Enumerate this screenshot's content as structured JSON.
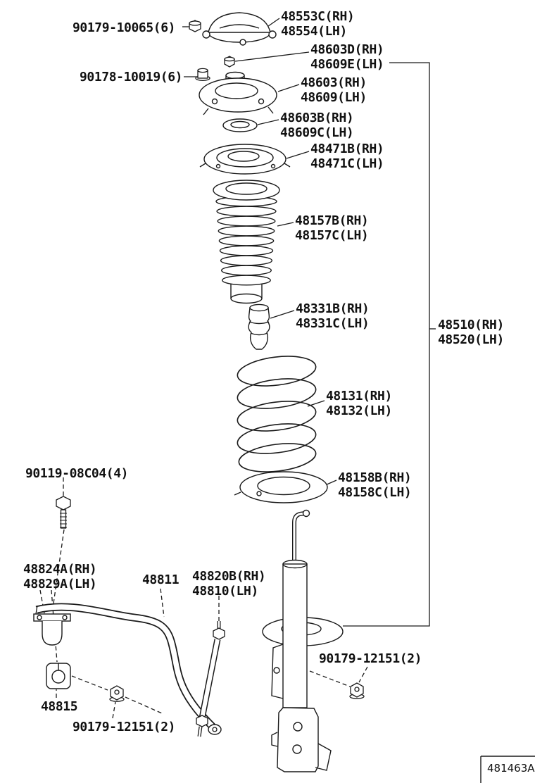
{
  "diagram": {
    "code": "481463A",
    "colors": {
      "line": "#1a1a1a",
      "background": "#ffffff"
    },
    "labels": [
      {
        "lines": [
          "90179-10065(6)"
        ]
      },
      {
        "lines": [
          "48553C(RH)",
          "48554(LH)"
        ]
      },
      {
        "lines": [
          "48603D(RH)",
          "48609E(LH)"
        ]
      },
      {
        "lines": [
          "90178-10019(6)"
        ]
      },
      {
        "lines": [
          "48603(RH)",
          "48609(LH)"
        ]
      },
      {
        "lines": [
          "48603B(RH)",
          "48609C(LH)"
        ]
      },
      {
        "lines": [
          "48471B(RH)",
          "48471C(LH)"
        ]
      },
      {
        "lines": [
          "48157B(RH)",
          "48157C(LH)"
        ]
      },
      {
        "lines": [
          "48331B(RH)",
          "48331C(LH)"
        ]
      },
      {
        "lines": [
          "48510(RH)",
          "48520(LH)"
        ]
      },
      {
        "lines": [
          "48131(RH)",
          "48132(LH)"
        ]
      },
      {
        "lines": [
          "48158B(RH)",
          "48158C(LH)"
        ]
      },
      {
        "lines": [
          "90119-08C04(4)"
        ]
      },
      {
        "lines": [
          "48824A(RH)",
          "48829A(LH)"
        ]
      },
      {
        "lines": [
          "48811"
        ]
      },
      {
        "lines": [
          "48820B(RH)",
          "48810(LH)"
        ]
      },
      {
        "lines": [
          "90179-12151(2)"
        ]
      },
      {
        "lines": [
          "48815"
        ]
      },
      {
        "lines": [
          "90179-12151(2)"
        ]
      }
    ]
  }
}
